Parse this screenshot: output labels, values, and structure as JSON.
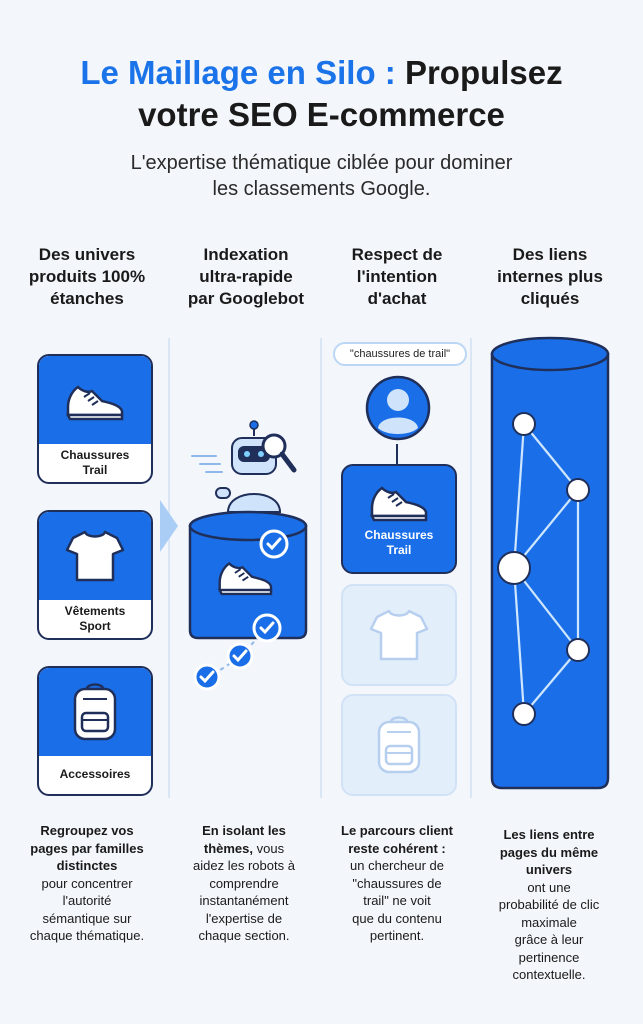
{
  "header": {
    "title_accent": "Le Maillage en Silo :",
    "title_rest_1": "Propulsez",
    "title_line2": "votre SEO E-commerce",
    "subtitle_line1": "L'expertise thématique ciblée pour dominer",
    "subtitle_line2": "les classements Google."
  },
  "columns": [
    {
      "heading": [
        "Des univers",
        "produits 100%",
        "étanches"
      ],
      "desc_bold": [
        "Regroupez vos",
        "pages par familles",
        "distinctes"
      ],
      "desc_rest": [
        "pour concentrer",
        "l'autorité",
        "sémantique sur",
        "chaque thématique."
      ]
    },
    {
      "heading": [
        "Indexation",
        "ultra-rapide",
        "par Googlebot"
      ],
      "desc_bold": [
        "En isolant les",
        "thèmes,"
      ],
      "desc_rest": [
        "vous",
        "aidez les robots à",
        "comprendre",
        "instantanément",
        "l'expertise de",
        "chaque section."
      ]
    },
    {
      "heading": [
        "Respect de",
        "l'intention",
        "d'achat"
      ],
      "desc_bold": [
        "Le parcours client",
        "reste cohérent :"
      ],
      "desc_rest": [
        "un chercheur de",
        "\"chaussures de",
        "trail\" ne voit",
        "que du contenu",
        "pertinent."
      ]
    },
    {
      "heading": [
        "Des liens",
        "internes plus",
        "cliqués"
      ],
      "desc_bold": [
        "Les liens entre",
        "pages du même",
        "univers"
      ],
      "desc_rest": [
        "ont une",
        "probabilité de clic",
        "maximale",
        "grâce à leur",
        "pertinence",
        "contextuelle."
      ]
    }
  ],
  "silo_cards": [
    {
      "label": [
        "Chaussures",
        "Trail"
      ],
      "icon": "shoe-icon"
    },
    {
      "label": [
        "Vêtements",
        "Sport"
      ],
      "icon": "tshirt-icon"
    },
    {
      "label": [
        "Accessoires"
      ],
      "icon": "backpack-icon"
    }
  ],
  "search_query": "\"chaussures de trail\"",
  "intent_card_label": [
    "Chaussures",
    "Trail"
  ],
  "colors": {
    "accent": "#1a73e8",
    "card_blue": "#1a6fe8",
    "dark_outline": "#1f2f5a"
  }
}
